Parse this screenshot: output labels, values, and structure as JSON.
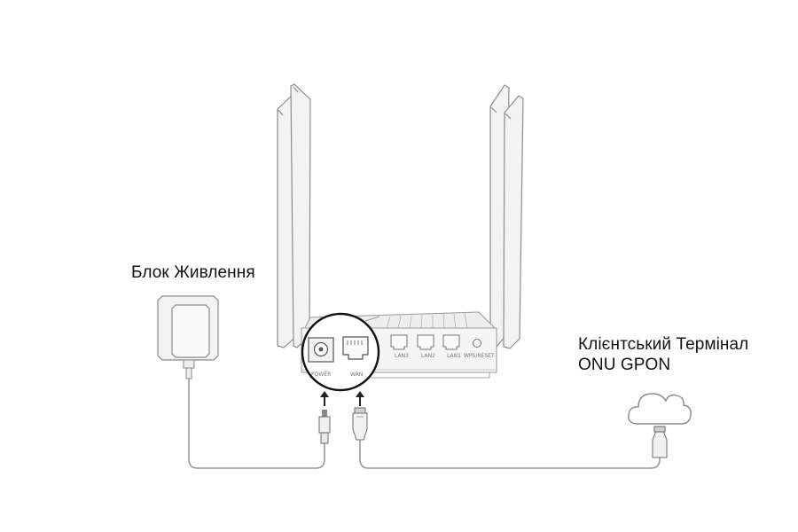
{
  "labels": {
    "power_supply": "Блок Живлення",
    "onu_line1": "Клієнтський Термінал",
    "onu_line2": "ONU GPON"
  },
  "router_ports": {
    "power": "POWER",
    "wan": "WAN",
    "lan_ports": [
      "LAN3",
      "LAN2",
      "LAN1"
    ],
    "reset": "WPS/RESET"
  },
  "colors": {
    "device": "#f2f2f2",
    "outline": "#8a8a8a",
    "cable": "#9a9a9a",
    "highlight_circle": "#111111",
    "text": "#111111"
  }
}
